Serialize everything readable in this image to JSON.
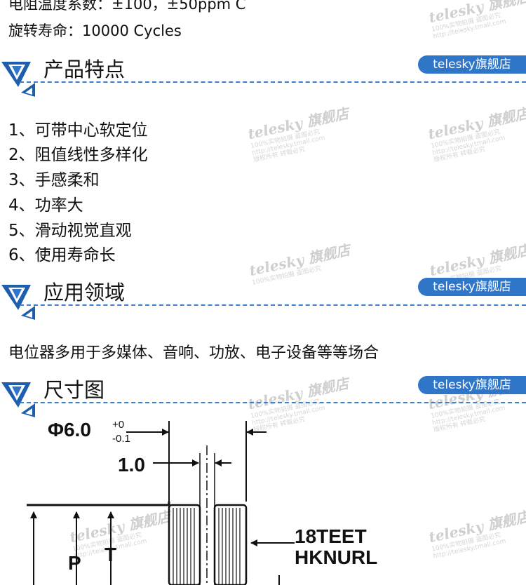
{
  "specs": {
    "line1": "电阻温度系数：±100，±50ppm C",
    "line2": "旋转寿命：10000 Cycles"
  },
  "badge_text": "telesky旗舰店",
  "sections": {
    "features_title": "产品特点",
    "application_title": "应用领域",
    "dimension_title": "尺寸图"
  },
  "features": [
    "1、可带中心软定位",
    "2、阻值线性多样化",
    "3、手感柔和",
    "4、功率大",
    "5、滑动视觉直观",
    "6、使用寿命长"
  ],
  "application_text": "电位器多用于多媒体、音响、功放、电子设备等等场合",
  "watermark": {
    "brand": "telesky 旗舰店",
    "line1": "100%实物拍摄  盗图必究",
    "line2": "http://telesky.tmall.com",
    "line3": "版权所有  转载必究"
  },
  "drawing": {
    "diameter_label": "Φ6.0",
    "tol_upper": "+0",
    "tol_lower": "-0.1",
    "slot_label": "1.0",
    "knurl_line1": "18TEET",
    "knurl_line2": "HKNURL",
    "label_p": "P",
    "label_t": "T"
  },
  "colors": {
    "accent_blue": "#2f76c9",
    "rule_blue": "#3c7fd0"
  }
}
